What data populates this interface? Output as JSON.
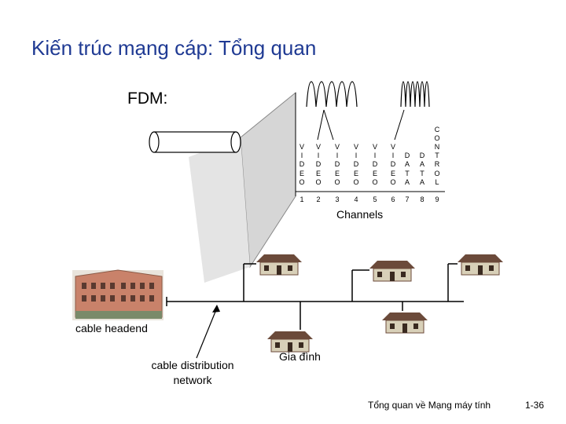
{
  "title": "Kiến trúc mạng cáp: Tổng quan",
  "fdm_label": "FDM:",
  "channels": [
    {
      "letters": [
        "V",
        "I",
        "D",
        "E",
        "O"
      ],
      "number": "1"
    },
    {
      "letters": [
        "V",
        "I",
        "D",
        "E",
        "O"
      ],
      "number": "2"
    },
    {
      "letters": [
        "V",
        "I",
        "D",
        "E",
        "O"
      ],
      "number": "3"
    },
    {
      "letters": [
        "V",
        "I",
        "D",
        "E",
        "O"
      ],
      "number": "4"
    },
    {
      "letters": [
        "V",
        "I",
        "D",
        "E",
        "O"
      ],
      "number": "5"
    },
    {
      "letters": [
        "V",
        "I",
        "D",
        "E",
        "O"
      ],
      "number": "6"
    },
    {
      "letters": [
        "D",
        "A",
        "T",
        "A"
      ],
      "number": "7"
    },
    {
      "letters": [
        "D",
        "A",
        "T",
        "A"
      ],
      "number": "8"
    },
    {
      "letters": [
        "C",
        "O",
        "N",
        "T",
        "R",
        "O",
        "L"
      ],
      "number": "9"
    }
  ],
  "channels_label": "Channels",
  "headend_label": "cable headend",
  "distribution_label": "cable distribution network",
  "home_label": "Gia đình",
  "footer": "Tổng quan về Mạng máy tính",
  "page_number": "1-36",
  "colors": {
    "title": "#1f3a93",
    "roof": "#6b4a3a",
    "wall": "#d8d0b8",
    "headend": "#c9826a"
  },
  "icons": [
    "coax-cable-icon",
    "house-icon",
    "headend-building-icon"
  ]
}
